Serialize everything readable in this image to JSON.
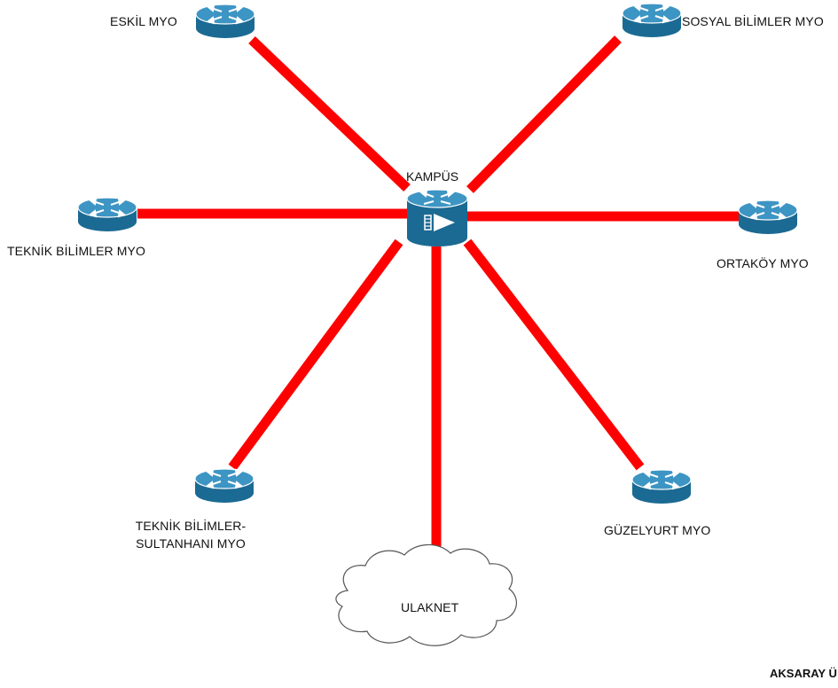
{
  "center": {
    "label": "KAMPÜS"
  },
  "nodes": {
    "eskil": {
      "label": "ESKİL MYO"
    },
    "sosyal": {
      "label": "SOSYAL BİLİMLER MYO"
    },
    "teknik": {
      "label": "TEKNİK BİLİMLER MYO"
    },
    "ortakoy": {
      "label": "ORTAKÖY MYO"
    },
    "sultanhani": {
      "label_line1": "TEKNİK BİLİMLER-",
      "label_line2": "SULTANHANI MYO"
    },
    "guzelyurt": {
      "label": "GÜZELYURT MYO"
    }
  },
  "cloud": {
    "label": "ULAKNET"
  },
  "footer": {
    "text": "AKSARAY Ü"
  },
  "colors": {
    "link": "#ff0000",
    "router_top": "#3c93c0",
    "router_side": "#1a5f84",
    "router_rim": "#ffffff"
  },
  "icons": {
    "router": "router-icon",
    "core": "switch-icon",
    "cloud": "cloud-icon"
  }
}
